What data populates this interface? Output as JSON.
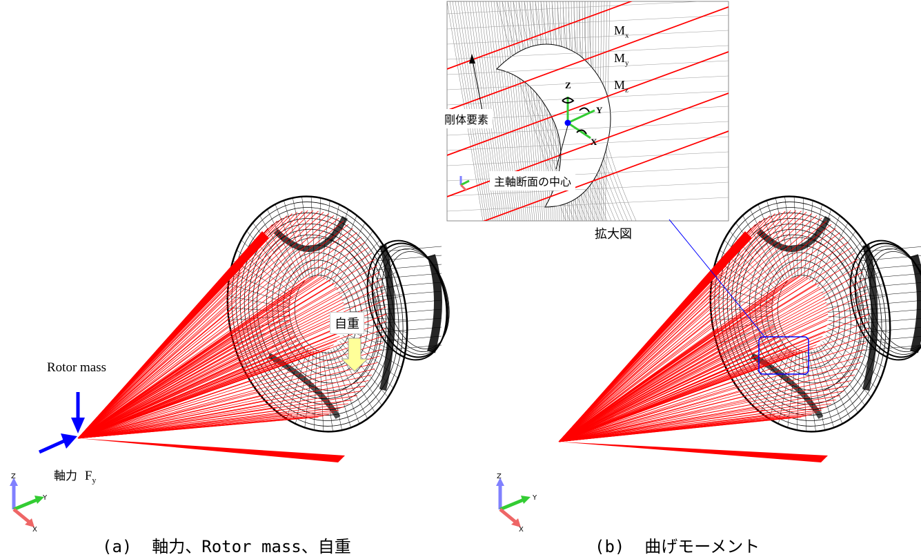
{
  "left_figure": {
    "caption": "(a)  軸力、Rotor mass、自重",
    "rotor_mass_label": "Rotor mass",
    "axial_force_label": "軸力",
    "fy_main": "F",
    "fy_sub": "y",
    "self_weight_label": "自重"
  },
  "right_figure": {
    "caption": "(b)  曲げモーメント",
    "zoom_caption": "拡大図",
    "inset": {
      "moment_labels": [
        {
          "main": "M",
          "sub": "x"
        },
        {
          "main": "M",
          "sub": "y"
        },
        {
          "main": "M",
          "sub": "z"
        }
      ],
      "rigid_element_label": "剛体要素",
      "spindle_center_label": "主軸断面の中心",
      "axis_z": "Z",
      "axis_y": "Y",
      "axis_x": "X"
    }
  },
  "triads": [
    {
      "z": "Z",
      "y": "Y",
      "x": "X"
    },
    {
      "z": "Z",
      "y": "Y",
      "x": "X"
    }
  ],
  "colors": {
    "rigid_elements": "#ff0000",
    "mesh": "#000000",
    "load_arrow": "#0000ff",
    "gravity_arrow_fill": "#ffff99",
    "triad_z": "#8080ff",
    "triad_y": "#33cc33",
    "triad_x": "#ee6666",
    "zoom_frame": "#0000ff"
  }
}
